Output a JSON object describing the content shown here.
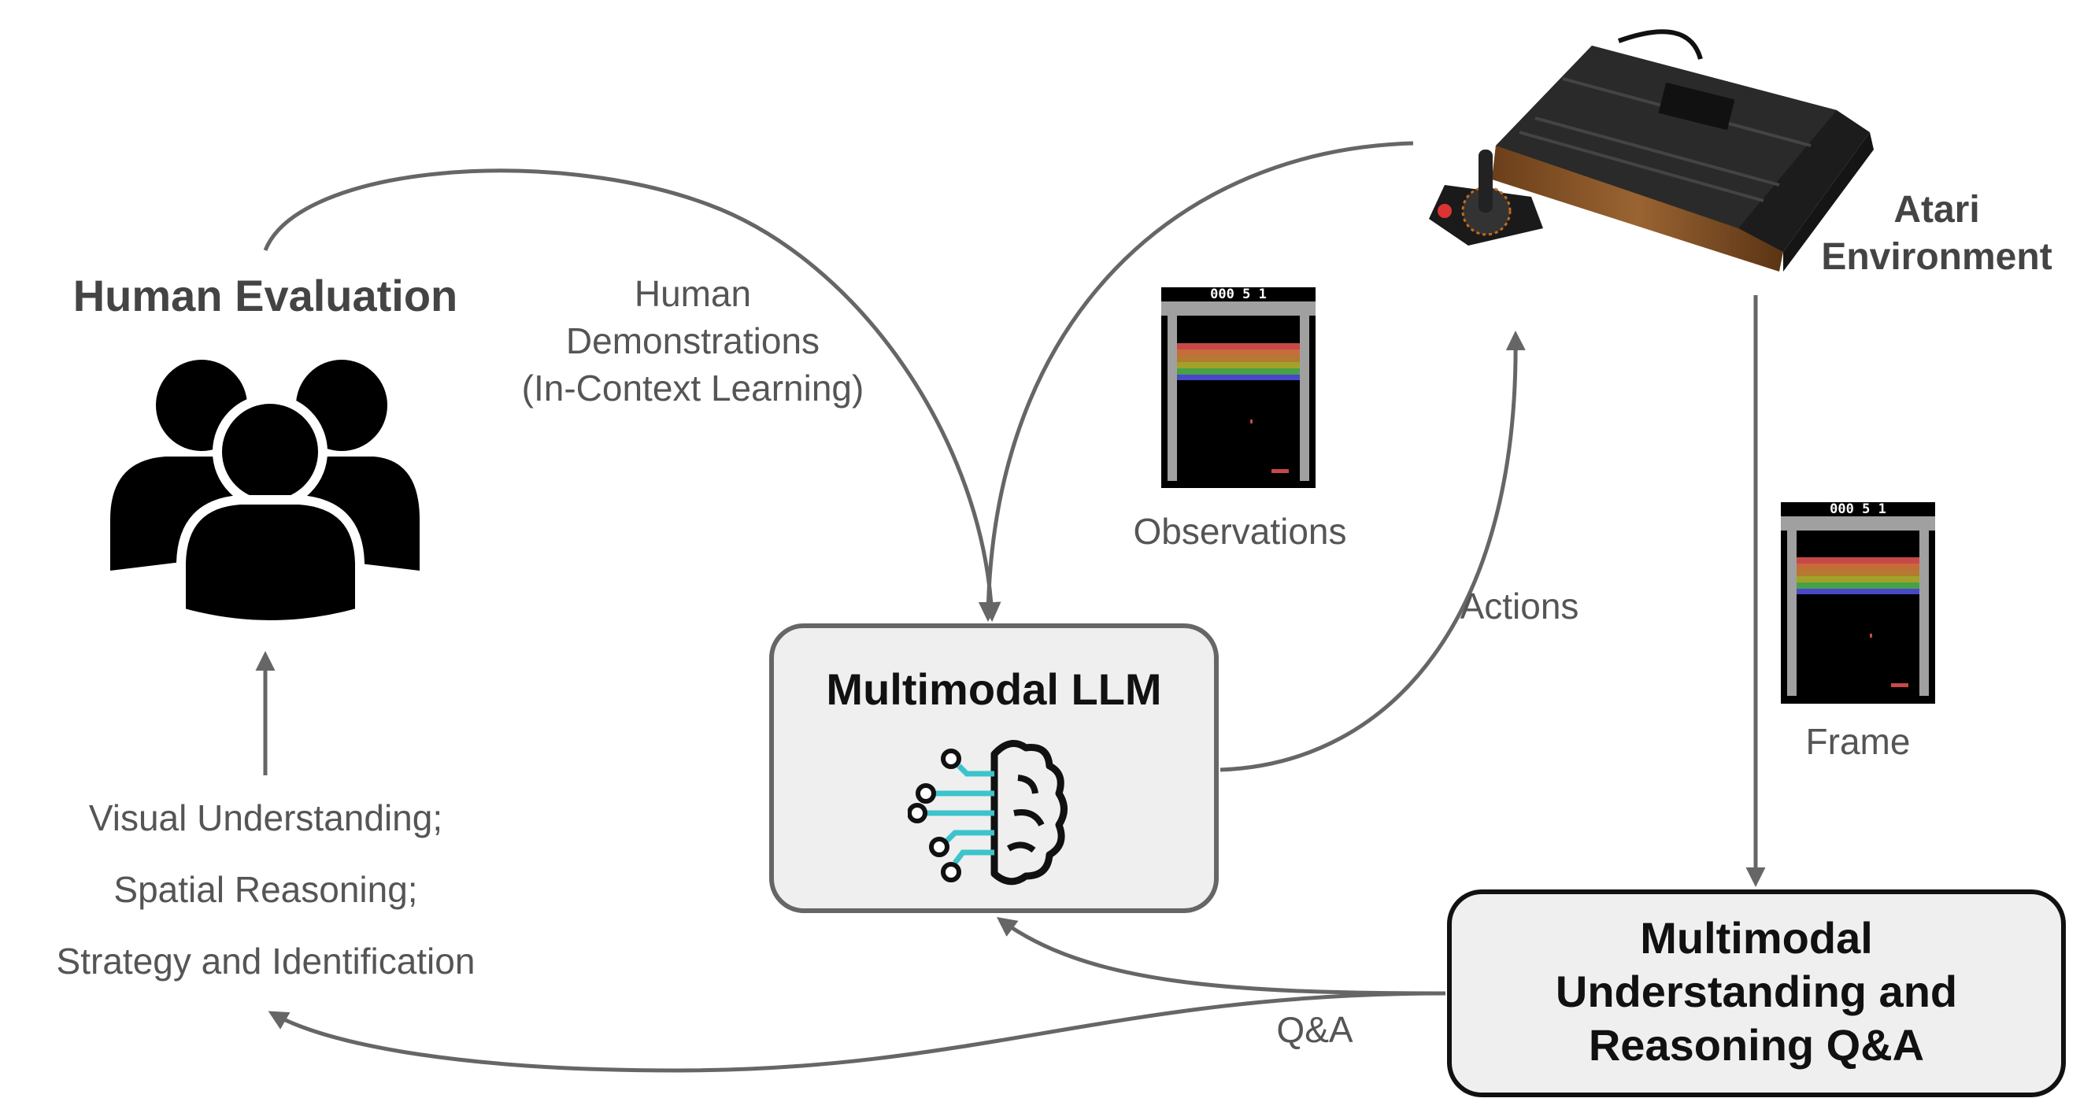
{
  "human_evaluation": {
    "title": "Human Evaluation"
  },
  "human_demonstrations": {
    "line1": "Human",
    "line2": "Demonstrations",
    "line3": "(In-Context Learning)"
  },
  "evaluation_criteria": {
    "line1": "Visual Understanding;",
    "line2": "Spatial Reasoning;",
    "line3": "Strategy and Identification"
  },
  "llm_box": {
    "title": "Multimodal LLM"
  },
  "observations": {
    "label": "Observations",
    "score": "000 5 1"
  },
  "actions": {
    "label": "Actions"
  },
  "environment": {
    "line1": "Atari",
    "line2": "Environment"
  },
  "frame": {
    "label": "Frame",
    "score": "000 5 1"
  },
  "qa_box": {
    "line1": "Multimodal",
    "line2": "Understanding and",
    "line3": "Reasoning Q&A"
  },
  "qa_edge": {
    "label": "Q&A"
  },
  "colors": {
    "arrow": "#666666",
    "box_fill": "#efefef",
    "llm_border": "#666666",
    "qa_border": "#111111",
    "circuit_cyan": "#3cc4cc",
    "console_wood": "#8a5a2b"
  },
  "icons": [
    "people-group-icon",
    "brain-circuit-icon",
    "atari-console-icon",
    "game-screen-icon"
  ]
}
